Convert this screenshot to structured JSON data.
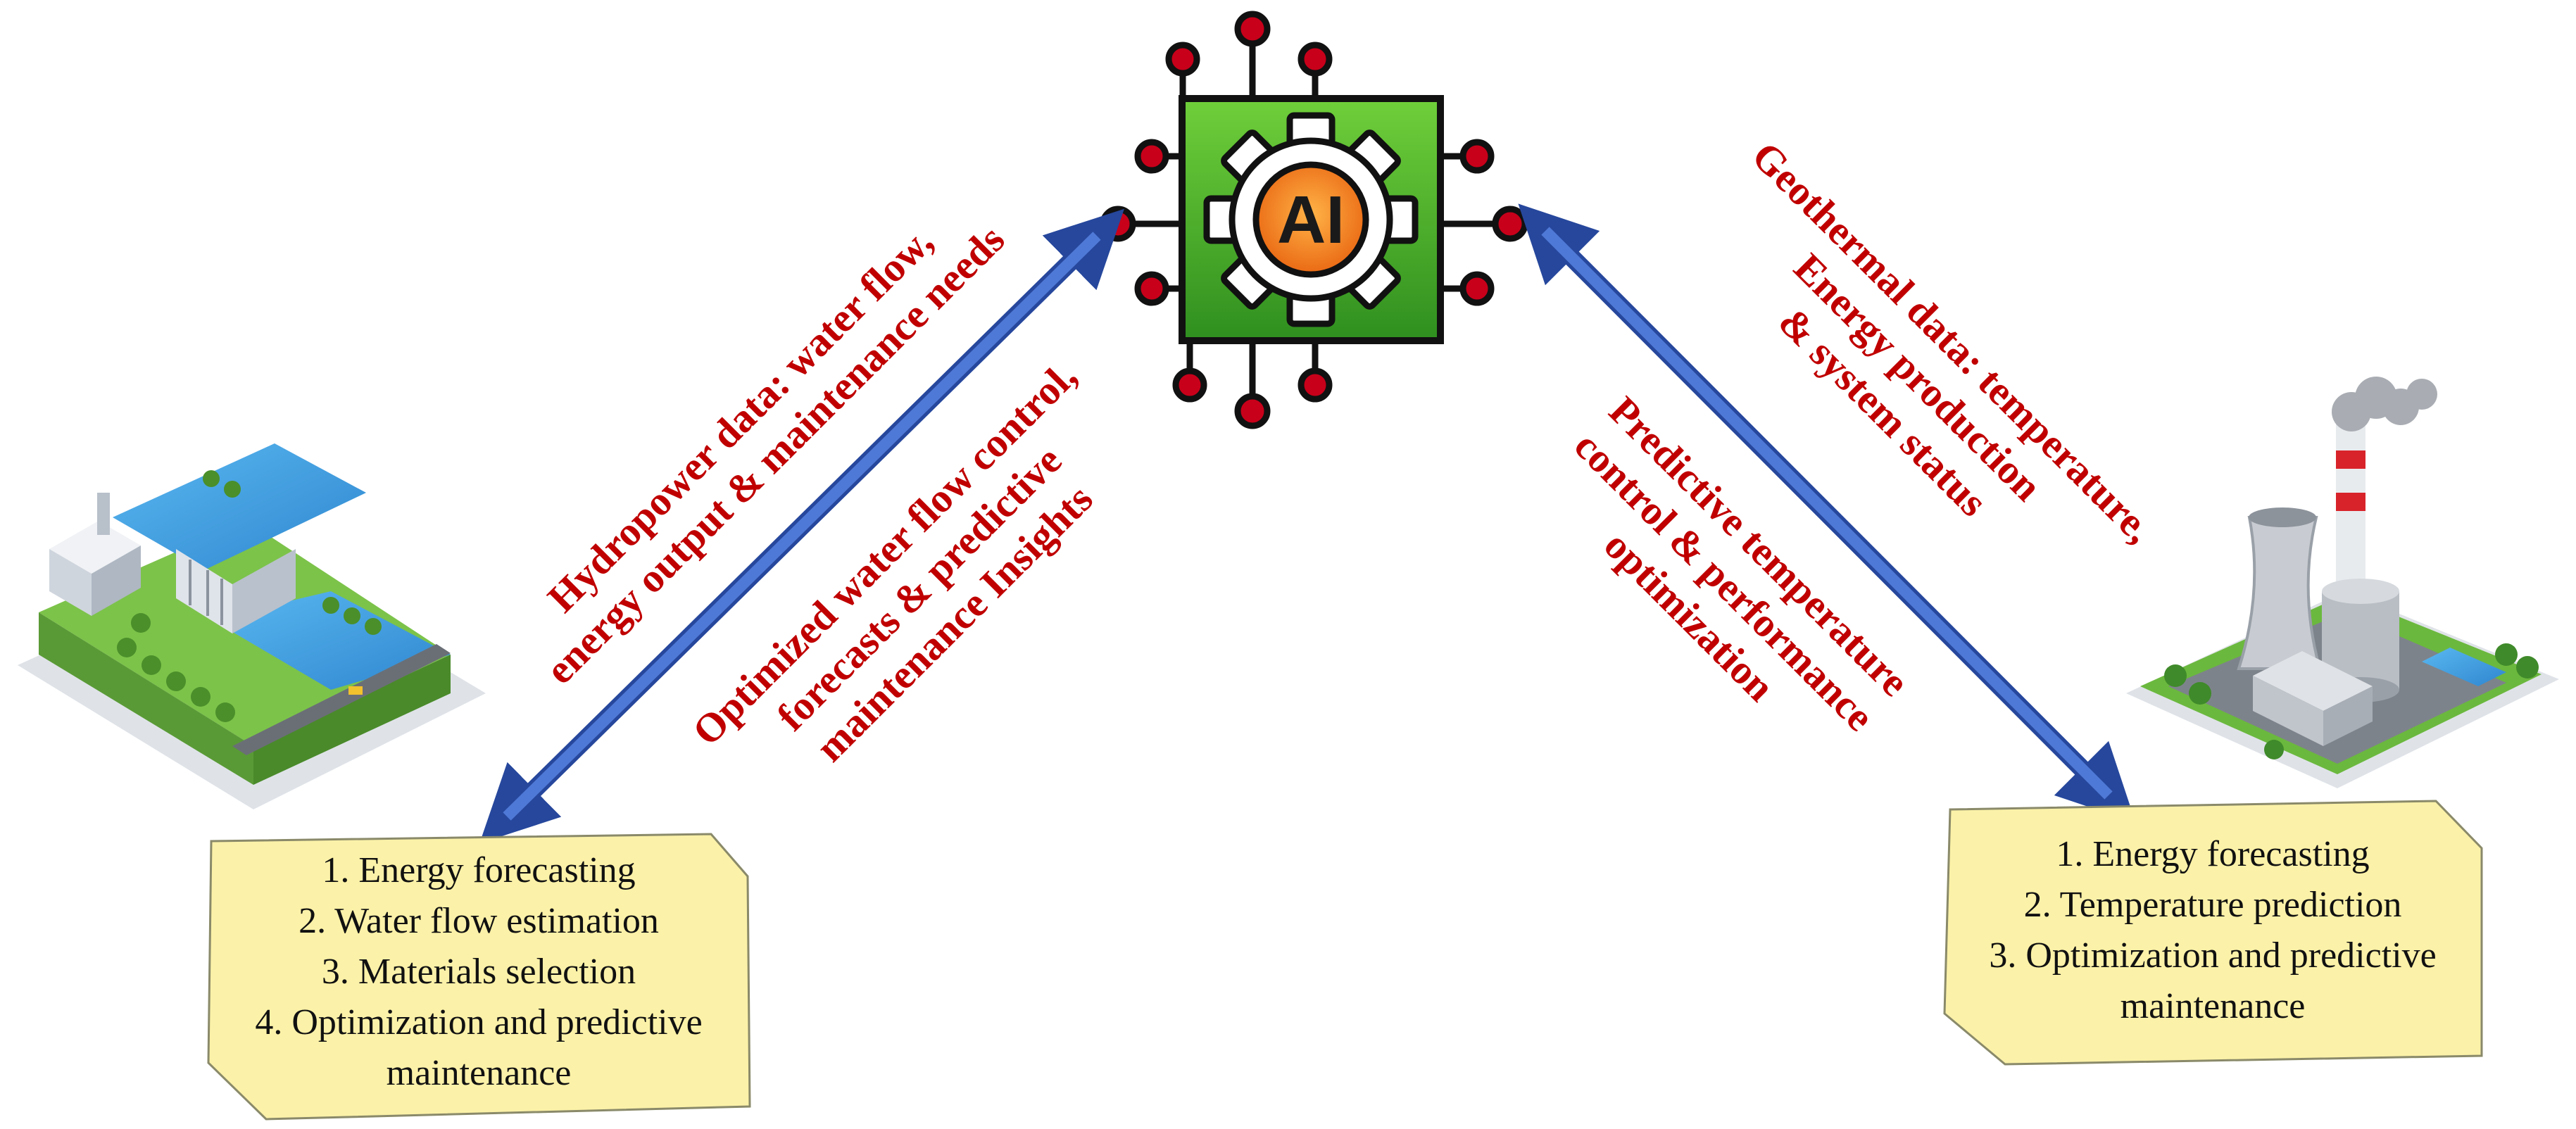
{
  "ai_chip": {
    "label": "AI"
  },
  "hydropower": {
    "input_label": [
      "Hydropower data: water flow,",
      "energy output & maintenance needs"
    ],
    "output_label": [
      "Optimized water flow control,",
      "forecasts & predictive",
      "maintenance Insights"
    ],
    "applications": [
      "1. Energy forecasting",
      "2. Water flow estimation",
      "3. Materials selection",
      "4. Optimization and predictive",
      "maintenance"
    ]
  },
  "geothermal": {
    "input_label": [
      "Geothermal data: temperature,",
      "Energy production",
      "& system status"
    ],
    "output_label": [
      "Predictive temperature",
      "control & performance",
      "optimization"
    ],
    "applications": [
      "1. Energy forecasting",
      "2. Temperature prediction",
      "3. Optimization and predictive",
      "maintenance"
    ]
  },
  "colors": {
    "label_red": "#c00000",
    "arrow_blue": "#3a62b8",
    "box_fill": "#fbf1a8",
    "chip_green": "#4caf28",
    "chip_orange": "#f08a1c",
    "pin_red": "#c8001a"
  },
  "icons": {
    "ai": "ai-chip-gear-icon",
    "hydro": "hydropower-dam-icon",
    "geo": "geothermal-plant-icon"
  }
}
